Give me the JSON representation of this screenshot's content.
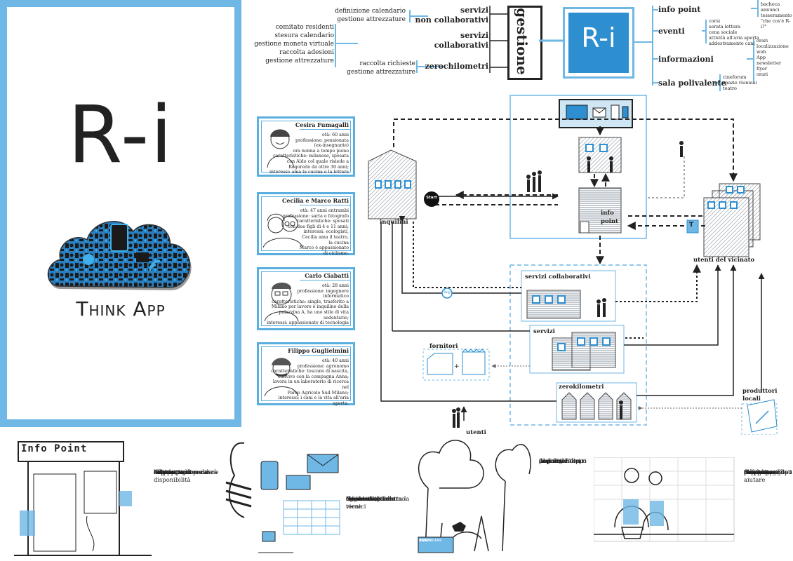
{
  "brand": {
    "title": "R-i",
    "subtitle": "Think App",
    "logo_text": "R-i"
  },
  "tree_left": {
    "root": "gestione",
    "branches": [
      {
        "name_line1": "servizi",
        "name_line2": "non collaborativi",
        "items": [
          "definizione calendario",
          "gestione attrezzature"
        ]
      },
      {
        "name_line1": "servizi",
        "name_line2": "collaborativi",
        "items": [
          "comitato residenti",
          "stesura calendario",
          "gestione moneta virtuale",
          "raccolta adesioni",
          "gestione attrezzature"
        ]
      },
      {
        "name_line1": "zerochilometri",
        "name_line2": "",
        "items": [
          "raccolta richieste",
          "gestione attrezzature"
        ]
      }
    ]
  },
  "tree_right": {
    "branches": [
      {
        "name": "info point",
        "items": [
          "bacheca annunci",
          "tesseramento",
          "\"che cos'è R-i?\""
        ]
      },
      {
        "name": "eventi",
        "items": [
          "corsi",
          "serata lettura",
          "cena sociale",
          "attività all'aria aperta",
          "addestramento cani"
        ]
      },
      {
        "name": "informazioni",
        "items": [
          "orari",
          "localizzazione",
          "web",
          "App",
          "newsletter",
          "flyer",
          "orari"
        ]
      },
      {
        "name": "sala polivalente",
        "items": [
          "cineforum",
          "spazio riunioni",
          "teatro"
        ]
      }
    ]
  },
  "personas": [
    {
      "name": "Cesira Fumagalli",
      "desc": [
        "età: 60 anni",
        "professione: pensionata",
        "(ex-insegnante)",
        "ora nonna a tempo pieno",
        "caratteristiche: milanese, sposata",
        "con Aldo col quale risiede a",
        "Rogoredo da oltre 30 anni;",
        "interessi: ama la cucina e la lettura"
      ]
    },
    {
      "name": "Cecilia e Marco Ratti",
      "desc": [
        "età: 47 anni entrambi",
        "professione: sarta e fotografo",
        "caratteristiche: sposati",
        "con due figli di 4 e 11 anni;",
        "interessi: ecologisti,",
        "Cecilia ama il teatro,",
        "la cucina",
        "Marco è appassionato",
        "di ciclismo."
      ]
    },
    {
      "name": "Carlo Ciabatti",
      "desc": [
        "età: 28 anni",
        "professione: ingegnere",
        "informatico",
        "caratteristiche: single, trasferito a",
        "Milano per lavoro è inquilino della",
        "palazzina A, ha uno stile di vita",
        "sedentario;",
        "interessi: appassionato di tecnologia"
      ]
    },
    {
      "name": "Filippo Guglielmini",
      "desc": [
        "età: 40 anni",
        "professione: agronomo",
        "caratteristiche: toscano di nascita,",
        "convive con la compagna Anna;",
        "lavora in un laboratorio di ricerca nel",
        "Parco Agricolo Sud Milano;",
        "interessi: i cani e la vita all'aria aperta."
      ]
    }
  ],
  "flow": {
    "inquilini": "inquilini",
    "start": "Start",
    "info_point": [
      "info",
      "point"
    ],
    "utenti_vicinato": "utenti del vicinato",
    "servizi_collaborativi": "servizi collaborativi",
    "servizi": "servizi",
    "zerokilometri": "zerokilometri",
    "fornitori": "fornitori",
    "produttori": [
      "produttori",
      "locali"
    ],
    "utenti": "utenti",
    "rog": "Rog",
    "t_badge": "T",
    "plus": "+"
  },
  "story": {
    "sign_text": "Info Point",
    "captions": [
      [
        "Filippo, siccome avrà",
        "del tempo libero in",
        "settimana, si reca",
        "all'info point per dare",
        "la propria disponibilità",
        "al servizio di",
        "dog-sitting",
        "\"una settimana da",
        "cani\"."
      ],
      [
        "Il calendario",
        "aggiornato dai tecnici",
        "informatici della",
        "residenza,lavoro viene",
        "comunicato a tutta la",
        "Community dei",
        "residenti attraverso",
        "Newsletter..."
      ],
      [
        "Al parco Filippo",
        "socializza con i",
        "padroni dei vari",
        "cani e gli altri",
        "inquilini",
        "dog-sitter."
      ],
      [
        "Due giorni dopo",
        "Filippo spende i",
        "propri Rog",
        "facendosi aiutare",
        "dalla signora",
        "Cecilia a",
        "preparare il",
        "risotto per gli",
        "amici conosciuti",
        "al parco."
      ]
    ],
    "park_sign": [
      "AREA CANI",
      "PARCO ..."
    ]
  },
  "colors": {
    "accent": "#6fb7e5",
    "accent_dark": "#2e8fd0",
    "ink": "#222222",
    "hatch": "#9aa6b0"
  }
}
